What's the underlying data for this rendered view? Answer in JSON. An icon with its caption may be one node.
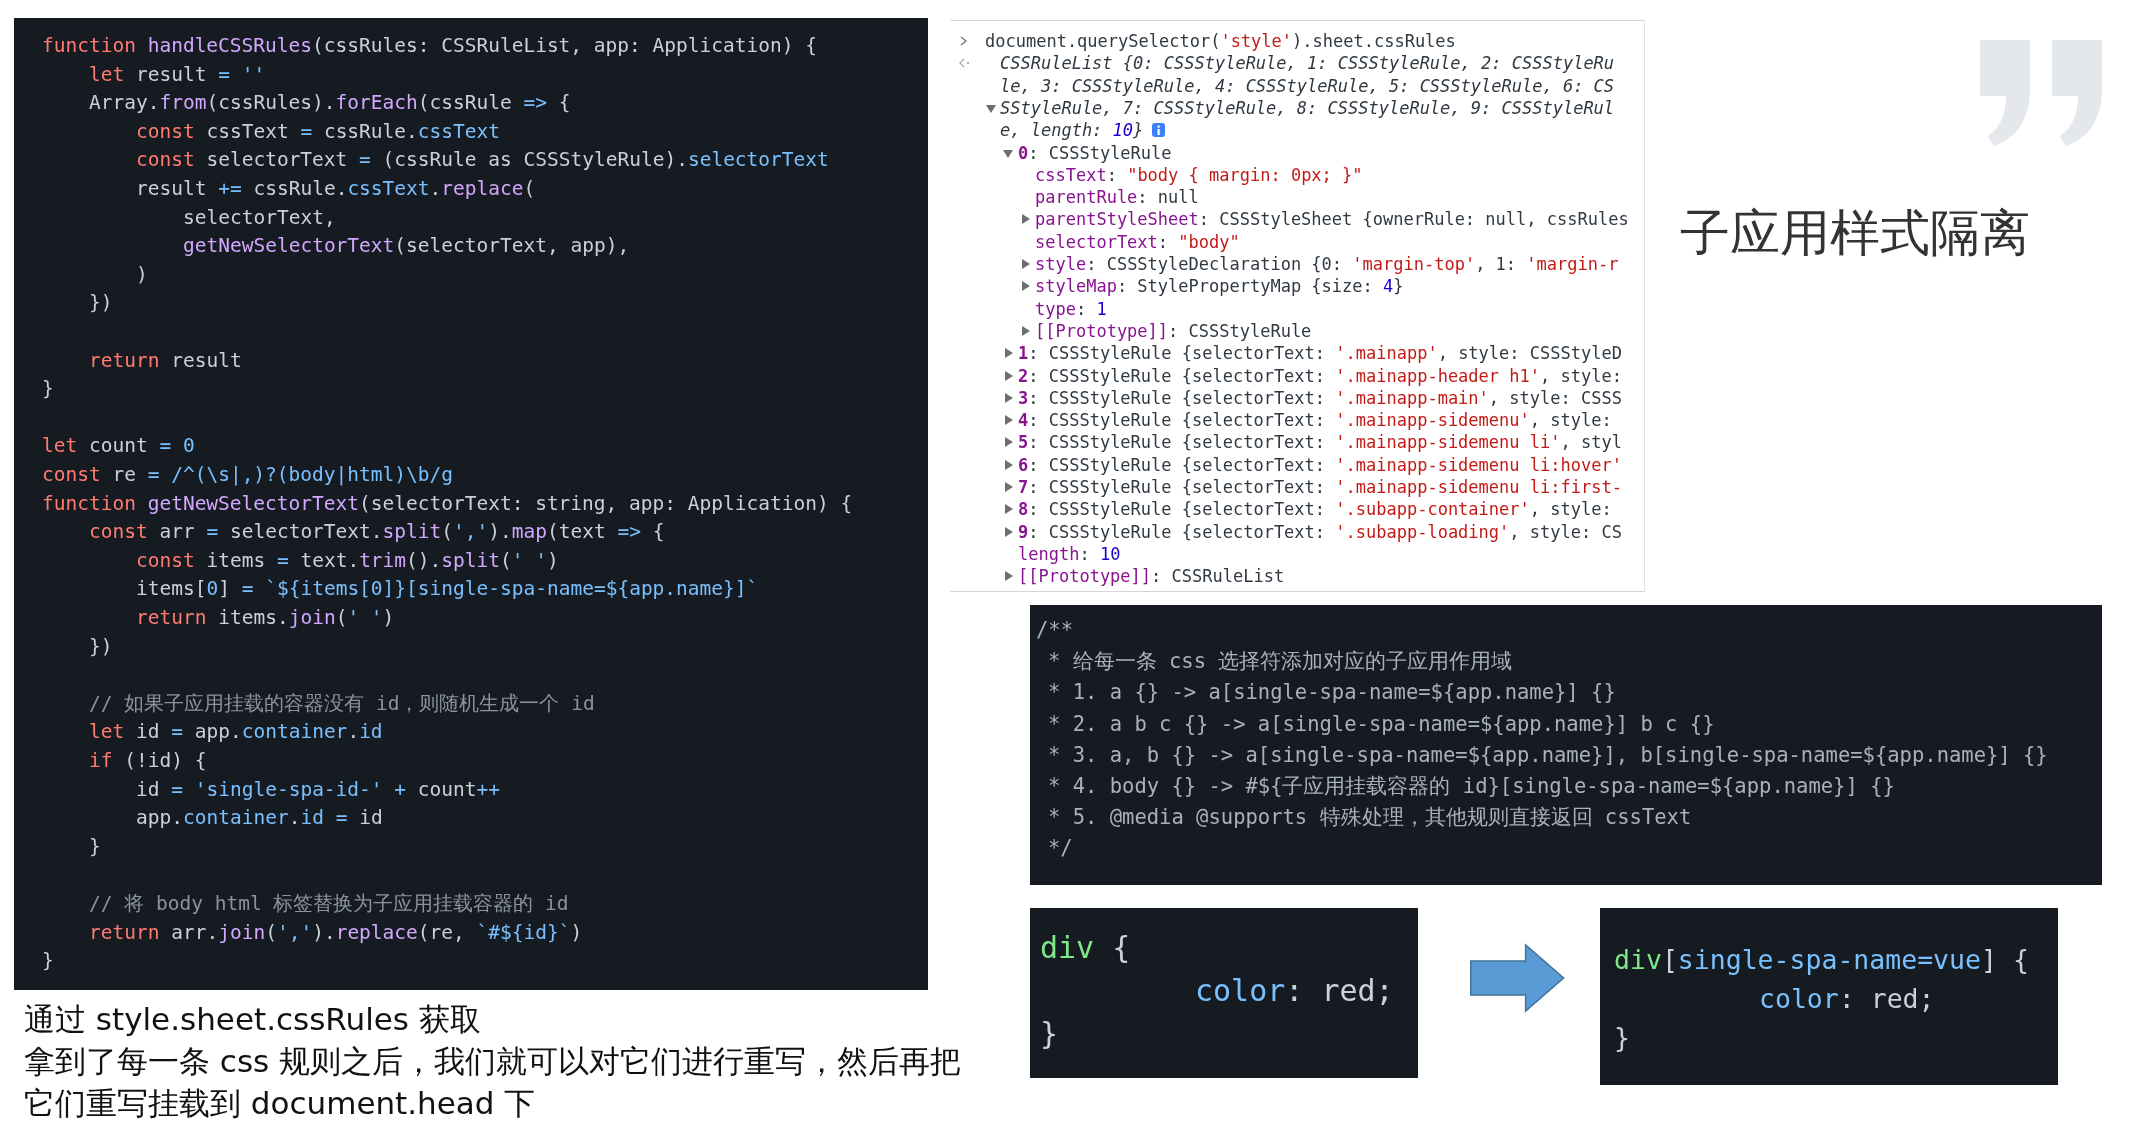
{
  "diagram": {
    "title": "子应用样式隔离",
    "nodes": [
      {
        "text": [
          "function handleCSSRules(cssRules: CSSRuleList, app: Application) {",
          "let result = ''",
          "Array.from(cssRules).forEach(cssRule => {",
          "const cssText = cssRule.cssText",
          "const selectorText = (cssRule as CSSStyleRule).selectorText",
          "result += cssRule.cssText.replace(",
          "selectorText,",
          "getNewSelectorText(selectorText, app),",
          ")",
          "})",
          "return result",
          "}",
          "let count = 0",
          "const re = /^(\\s|,)?(body|html)\\b/g",
          "function getNewSelectorText(selectorText: string, app: Application) {",
          "const arr = selectorText.split(',').map(text => {",
          "const items = text.trim().split(' ')",
          "items[0] = `${items[0]}[single-spa-name=${app.name}]`",
          "return items.join(' ')",
          "})",
          "// 如果子应用挂载的容器没有 id，则随机生成一个 id",
          "let id = app.container.id",
          "if (!id) {",
          "id = 'single-spa-id-' + count++",
          "app.container.id = id",
          "}",
          "// 将 body html 标签替换为子应用挂载容器的 id",
          "return arr.join(',').replace(re, `#${id}`)",
          "}"
        ]
      },
      {
        "text": [
          "document.querySelector('style').sheet.cssRules",
          "CSSRuleList {0: CSSStyleRule, 1: CSSStyleRule, 2: CSSStyleRule, 3: CSSStyleRule, 4: CSSStyleRule, 5: CSSStyleRule, 6: CSSStyleRule, 7: CSSStyleRule, 8: CSSStyleRule, 9: CSSStyleRule, length: 10}",
          "0: CSSStyleRule",
          "cssText: \"body { margin: 0px; }\"",
          "parentRule: null",
          "parentStyleSheet: CSSStyleSheet {ownerRule: null, cssRules",
          "selectorText: \"body\"",
          "style: CSSStyleDeclaration {0: 'margin-top', 1: 'margin-r",
          "styleMap: StylePropertyMap {size: 4}",
          "type: 1",
          "[[Prototype]]: CSSStyleRule",
          "1: CSSStyleRule {selectorText: '.mainapp', style: CSSStyleD",
          "2: CSSStyleRule {selectorText: '.mainapp-header h1', style:",
          "3: CSSStyleRule {selectorText: '.mainapp-main', style: CSSS",
          "4: CSSStyleRule {selectorText: '.mainapp-sidemenu', style:",
          "5: CSSStyleRule {selectorText: '.mainapp-sidemenu li', styl",
          "6: CSSStyleRule {selectorText: '.mainapp-sidemenu li:hover'",
          "7: CSSStyleRule {selectorText: '.mainapp-sidemenu li:first-",
          "8: CSSStyleRule {selectorText: '.subapp-container', style:",
          "9: CSSStyleRule {selectorText: '.subapp-loading', style: CS",
          "length: 10",
          "[[Prototype]]: CSSRuleList"
        ]
      },
      {
        "text": [
          "/**",
          "* 给每一条 css 选择符添加对应的子应用作用域",
          "* 1. a {} -> a[single-spa-name=${app.name}] {}",
          "* 2. a b c {} -> a[single-spa-name=${app.name}] b c {}",
          "* 3. a, b {} -> a[single-spa-name=${app.name}], b[single-spa-name=${app.name}] {}",
          "* 4. body {} -> #${子应用挂载容器的 id}[single-spa-name=${app.name}] {}",
          "* 5. @media @supports 特殊处理，其他规则直接返回 cssText",
          "*/"
        ]
      },
      {
        "text": [
          "div {",
          "color: red;",
          "}"
        ]
      },
      {
        "text": [
          "div[single-spa-name=vue] {",
          "color: red;",
          "}"
        ]
      }
    ],
    "edges": [
      {
        "from": 3,
        "to": 4,
        "arrow": "to"
      }
    ],
    "labels": [
      "通过 style.sheet.cssRules 获取",
      "拿到了每一条 css 规则之后，我们就可以对它们进行重写，然后再把它们重写挂载到 document.head 下"
    ]
  }
}
